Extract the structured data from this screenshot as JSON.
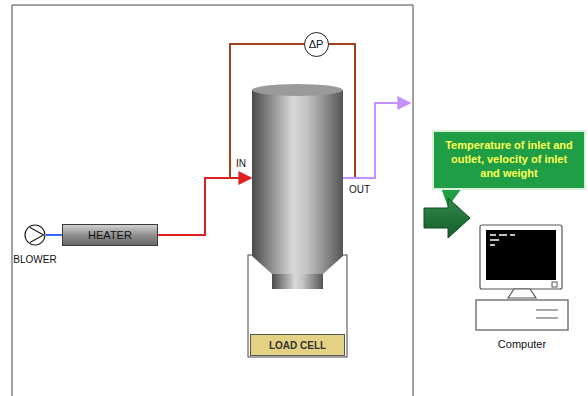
{
  "diagram": {
    "nodes": [
      {
        "text": [
          "BLOWER"
        ]
      },
      {
        "text": [
          "HEATER"
        ]
      },
      {
        "text": [
          "ΔP"
        ]
      },
      {
        "text": [
          "LOAD CELL"
        ]
      },
      {
        "text": [
          "Temperature of inlet and outlet, velocity of inlet and weight"
        ]
      },
      {
        "text": [
          "Computer"
        ]
      }
    ],
    "edges": [
      {
        "from": 0,
        "to": 1,
        "arrow": "none"
      }
    ],
    "labels": [
      "IN",
      "OUT"
    ]
  }
}
